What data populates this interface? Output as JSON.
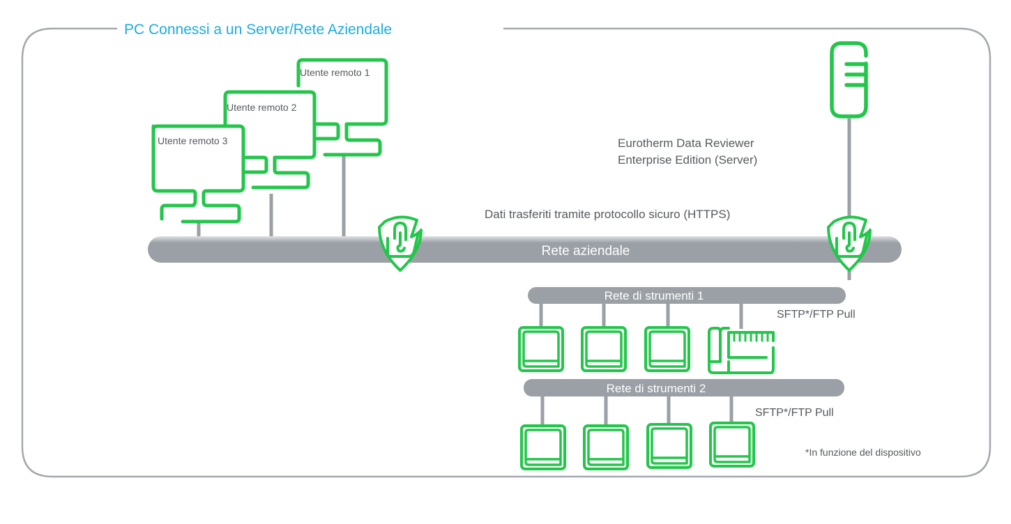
{
  "title": "PC Connessi a un Server/Rete Aziendale",
  "remote_users": [
    {
      "label": "Utente remoto 1"
    },
    {
      "label": "Utente remoto 2"
    },
    {
      "label": "Utente remoto 3"
    }
  ],
  "server": {
    "line1": "Eurotherm Data Reviewer",
    "line2": "Enterprise Edition (Server)"
  },
  "secure_transfer_label": "Dati trasferiti tramite protocollo sicuro (HTTPS)",
  "corporate_network_label": "Rete aziendale",
  "instrument_networks": [
    {
      "label": "Rete di strumenti 1",
      "protocol": "SFTP*/FTP Pull",
      "device_count": 4
    },
    {
      "label": "Rete di strumenti 2",
      "protocol": "SFTP*/FTP Pull",
      "device_count": 4
    }
  ],
  "footnote": "*In funzione del dispositivo",
  "colors": {
    "accent_green": "#22c64a",
    "title_blue": "#1aace0",
    "network_gray": "#9aa0a6",
    "frame_gray": "#a3a8ad",
    "text_gray": "#55595e"
  },
  "icons": {
    "remote_pc": "desktop-computer-icon",
    "server": "server-icon",
    "shield": "security-shield-lock-icon",
    "instrument": "instrument-recorder-icon",
    "controller": "controller-module-icon"
  }
}
